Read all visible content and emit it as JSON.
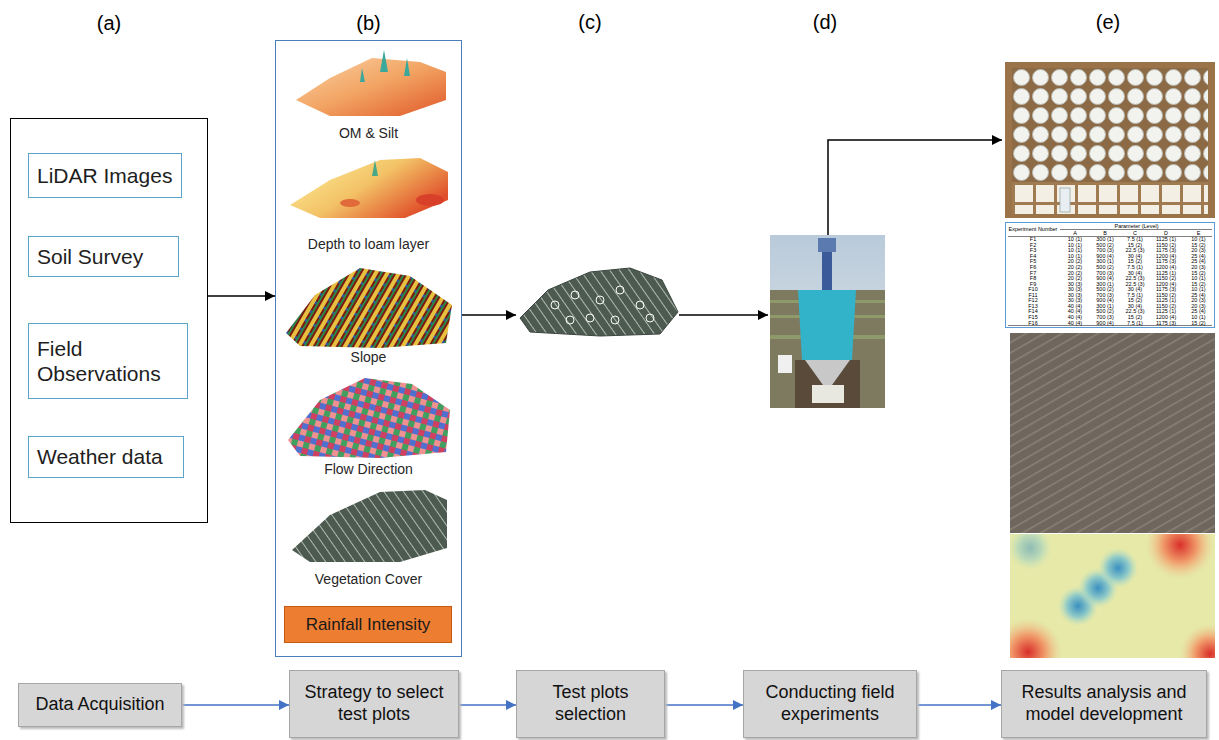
{
  "diagram": {
    "nodes": [
      {
        "text": [
          "(a)"
        ]
      },
      {
        "text": [
          "LiDAR Images"
        ],
        "in": 0
      },
      {
        "text": [
          "Soil Survey"
        ],
        "in": 0
      },
      {
        "text": [
          "Field Observations"
        ],
        "in": 0
      },
      {
        "text": [
          "Weather data"
        ],
        "in": 0
      },
      {
        "text": [
          "(b)",
          "OM & Silt",
          "Depth to loam layer",
          "Slope",
          "Flow Direction",
          "Vegetation Cover"
        ]
      },
      {
        "text": [
          "Rainfall Intensity"
        ],
        "in": 5
      },
      {
        "text": [
          "Data Acquisition"
        ]
      },
      {
        "text": [
          "Strategy to select test plots"
        ]
      },
      {
        "text": [
          "Test plots selection"
        ]
      },
      {
        "text": [
          "Conducting field experiments"
        ]
      },
      {
        "text": [
          "Results analysis and model development"
        ]
      }
    ],
    "edges": [
      {
        "from": 0,
        "to": 5,
        "arrow": "to"
      },
      {
        "from": 7,
        "to": 8,
        "arrow": "to"
      },
      {
        "from": 8,
        "to": 9,
        "arrow": "to"
      },
      {
        "from": 9,
        "to": 10,
        "arrow": "to"
      },
      {
        "from": 10,
        "to": 11,
        "arrow": "to"
      }
    ],
    "labels": [
      "(c)",
      "(d)",
      "(e)",
      "Experiment Number",
      "Parameter (Level)",
      "A",
      "B",
      "C",
      "D",
      "E",
      "F1",
      "10 (1)",
      "300 (1)",
      "7.5 (1)",
      "1125 (1)",
      "10 (1)",
      "F2",
      "10 (1)",
      "500 (2)",
      "15 (2)",
      "1150 (2)",
      "15 (2)",
      "F3",
      "10 (1)",
      "700 (3)",
      "22.5 (3)",
      "1175 (3)",
      "20 (3)",
      "F4",
      "10 (1)",
      "900 (4)",
      "30 (4)",
      "1200 (4)",
      "25 (4)",
      "F5",
      "20 (2)",
      "300 (1)",
      "15 (2)",
      "1175 (3)",
      "25 (4)",
      "F6",
      "20 (2)",
      "500 (2)",
      "7.5 (1)",
      "1200 (4)",
      "20 (3)",
      "F7",
      "20 (2)",
      "700 (3)",
      "30 (4)",
      "1125 (1)",
      "15 (2)",
      "F8",
      "20 (2)",
      "900 (4)",
      "22.5 (3)",
      "1150 (2)",
      "10 (1)",
      "F9",
      "30 (3)",
      "300 (1)",
      "22.5 (3)",
      "1200 (4)",
      "15 (2)",
      "F10",
      "30 (3)",
      "500 (2)",
      "30 (4)",
      "1175 (3)",
      "10 (1)",
      "F11",
      "30 (3)",
      "700 (3)",
      "7.5 (1)",
      "1150 (2)",
      "25 (4)",
      "F12",
      "30 (3)",
      "900 (4)",
      "15 (2)",
      "1125 (1)",
      "20 (3)",
      "F13",
      "40 (4)",
      "300 (1)",
      "30 (4)",
      "1150 (2)",
      "20 (3)",
      "F14",
      "40 (4)",
      "500 (2)",
      "22.5 (3)",
      "1125 (1)",
      "25 (4)",
      "F15",
      "40 (4)",
      "700 (3)",
      "15 (2)",
      "1200 (4)",
      "10 (1)",
      "F16",
      "40 (4)",
      "900 (4)",
      "7.5 (1)",
      "1175 (3)",
      "15 (2)"
    ]
  }
}
